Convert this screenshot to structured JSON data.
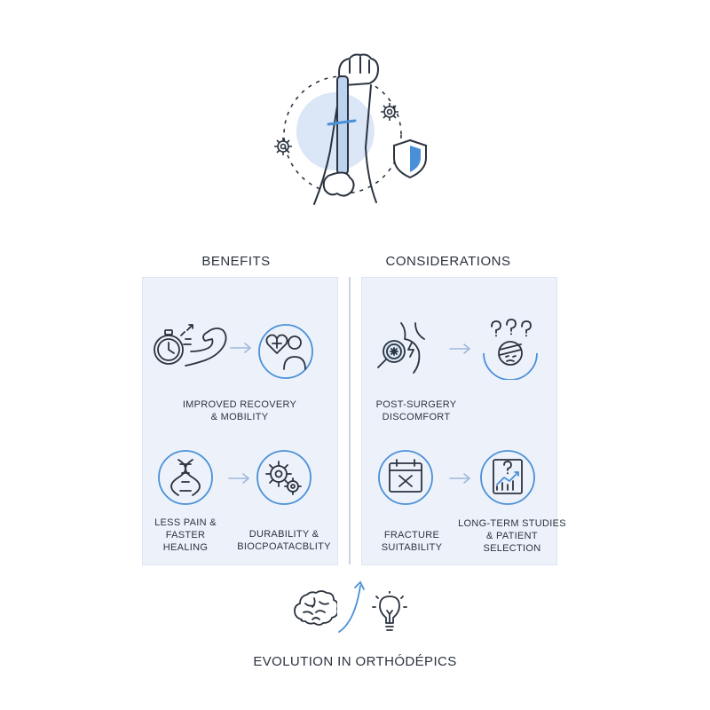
{
  "headings": {
    "benefits": "BENEFITS",
    "considerations": "CONSIDERATIONS"
  },
  "benefits": {
    "recovery": [
      "IMPROVED RECOVERY",
      "& MOBILITY"
    ],
    "pain": [
      "LESS PAIN &",
      "FASTER",
      "HEALING"
    ],
    "durability": [
      "DURABILITY &",
      "BIOCPOATACBLITY"
    ]
  },
  "considerations": {
    "discomfort": [
      "POST-SURGERY",
      "DISCOMFORT"
    ],
    "fracture": [
      "FRACTURE",
      "SUITABILITY"
    ],
    "studies": [
      "LONG-TERM STUDIES",
      "& PATIENT",
      "SELECTION"
    ]
  },
  "footer": {
    "title": "EVOLUTION IN ORTHÓDÉPICS"
  },
  "colors": {
    "accent": "#4a90d9",
    "light_accent": "#dbe7f7",
    "line": "#2b3340",
    "panel": "#edf2fa"
  },
  "icons": [
    "arm-bone-implant-icon",
    "gear-icon",
    "shield-icon",
    "stopwatch-icon",
    "flexed-arm-icon",
    "heart-plus-patient-icon",
    "dna-icon",
    "gears-icon",
    "knee-magnifier-icon",
    "confused-patient-icon",
    "calendar-x-icon",
    "growth-chart-icon",
    "brain-icon",
    "lightbulb-icon",
    "arrow-right-icon"
  ]
}
